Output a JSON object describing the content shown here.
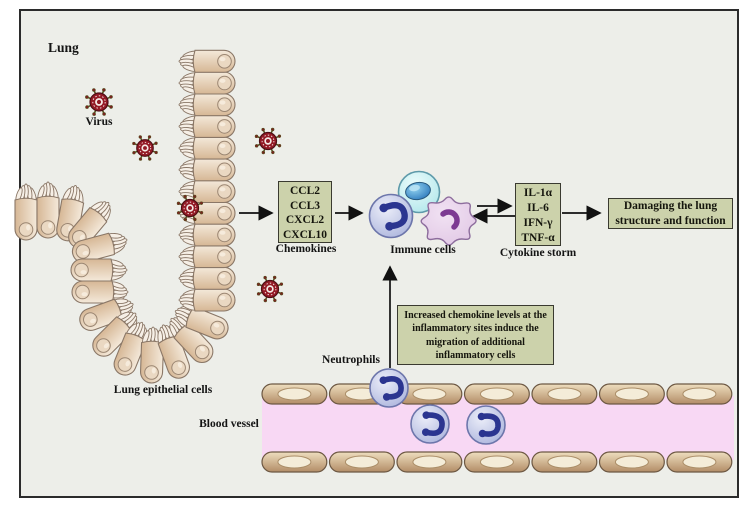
{
  "labels": {
    "lung": "Lung",
    "virus": "Virus",
    "lung_epithelial_cells": "Lung epithelial cells",
    "chemokines": "Chemokines",
    "immune_cells": "Immune cells",
    "cytokine_storm": "Cytokine storm",
    "neutrophils": "Neutrophils",
    "blood_vessel": "Blood vessel"
  },
  "boxes": {
    "chemokines": {
      "lines": [
        "CCL2",
        "CCL3",
        "CXCL2",
        "CXCL10"
      ]
    },
    "cytokine_storm": {
      "lines": [
        "IL-1α",
        "IL-6",
        "IFN-γ",
        "TNF-α"
      ]
    },
    "damage": {
      "text": "Damaging the lung structure and function"
    },
    "info": {
      "lines": [
        "Increased chemokine levels at the",
        "inflammatory sites induce the",
        "migration of additional",
        "inflammatory cells"
      ]
    }
  },
  "icons": {
    "virus": "virus-particle-icon",
    "epithelial_cell": "ciliated-epithelial-cell",
    "neutrophil": "neutrophil-cell",
    "lymphocyte": "lymphocyte-cell",
    "macrophage": "macrophage-cell",
    "endothelial_cell": "blood-vessel-wall-cell"
  },
  "colors": {
    "background": "#edeee9",
    "frame_border": "#2b2b2b",
    "box_fill": "#ccd2ab",
    "box_border": "#3a3a30",
    "arrow": "#111111",
    "vessel_lumen": "#f8d8f4",
    "endothelial_stroke": "#6d5843",
    "epithelial_stroke": "#8a7767",
    "neutrophil_fill": "#aab3dc",
    "neutrophil_stroke": "#6d76ab",
    "neutrophil_nucleus": "#2b3590",
    "lymphocyte_fill": "#aee6ea",
    "lymphocyte_stroke": "#5e9aaa",
    "lymphocyte_nucleus": "#1e6cb5",
    "macrophage_fill": "#e0c6e4",
    "macrophage_stroke": "#8d6d9d",
    "macrophage_nucleus": "#7c3a92",
    "virus_red": "#931a25",
    "virus_spike": "#54511f"
  }
}
